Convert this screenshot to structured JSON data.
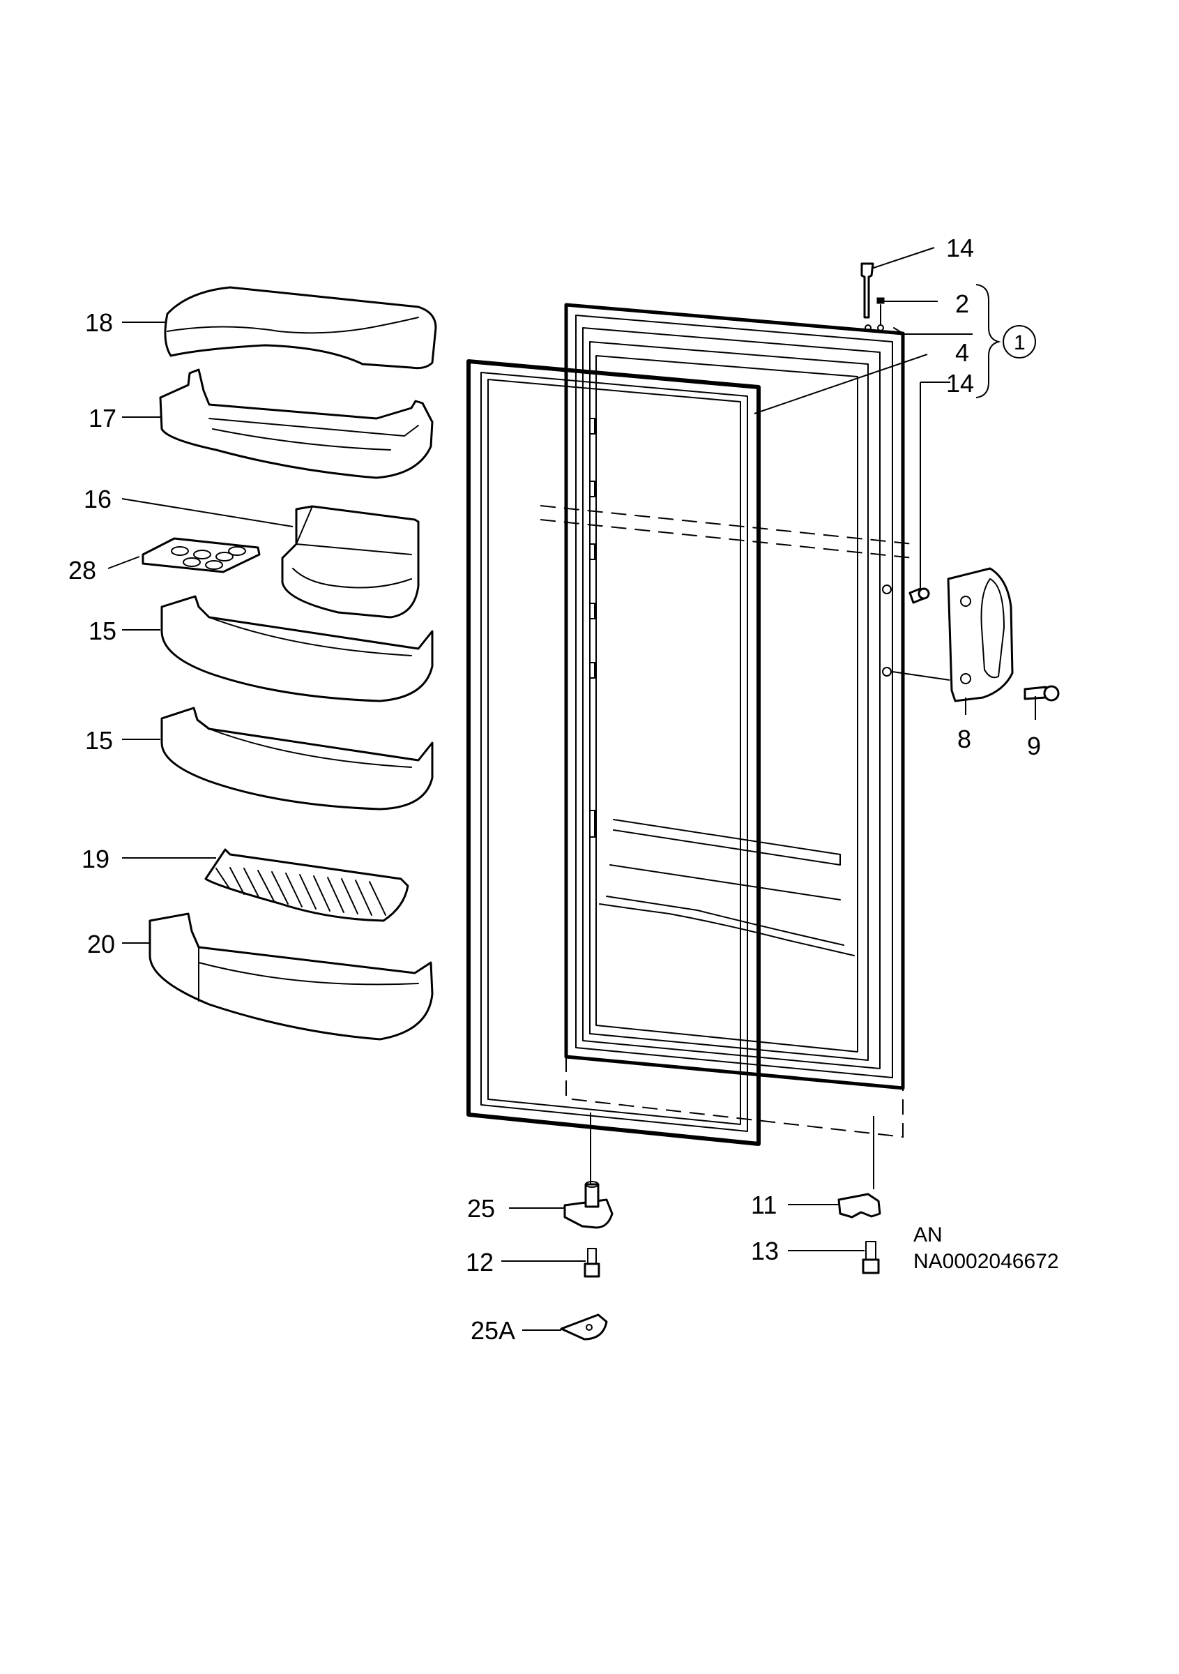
{
  "diagram": {
    "callouts": {
      "c14_top": "14",
      "c2": "2",
      "c4": "4",
      "c14_mid": "14",
      "c1": "1",
      "c18": "18",
      "c17": "17",
      "c16": "16",
      "c28": "28",
      "c15_a": "15",
      "c15_b": "15",
      "c19": "19",
      "c20": "20",
      "c8": "8",
      "c9": "9",
      "c25": "25",
      "c12": "12",
      "c25A": "25A",
      "c11": "11",
      "c13": "13"
    },
    "reference": {
      "line1": "AN",
      "line2": "NA0002046672"
    }
  }
}
